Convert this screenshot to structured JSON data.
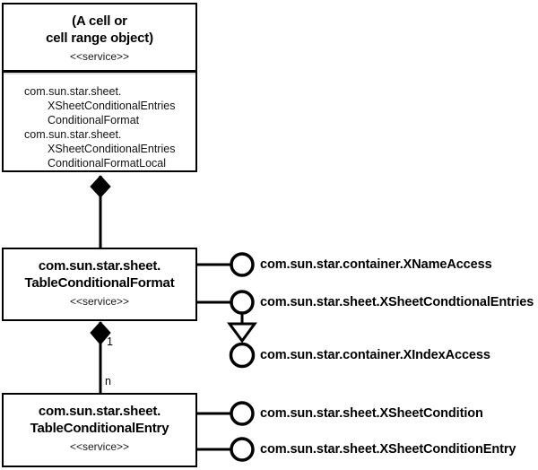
{
  "boxes": {
    "cell_object": {
      "title_lines": [
        "(A cell or",
        "cell range object)"
      ],
      "stereotype": "<<service>>",
      "properties": [
        "com.sun.star.sheet.",
        "XSheetConditionalEntries",
        "ConditionalFormat",
        "com.sun.star.sheet.",
        "XSheetConditionalEntries",
        "ConditionalFormatLocal"
      ]
    },
    "table_conditional_format": {
      "title_lines": [
        "com.sun.star.sheet.",
        "TableConditionalFormat"
      ],
      "stereotype": "<<service>>"
    },
    "table_conditional_entry": {
      "title_lines": [
        "com.sun.star.sheet.",
        "TableConditionalEntry"
      ],
      "stereotype": "<<service>>"
    }
  },
  "interfaces": [
    "com.sun.star.container.XNameAccess",
    "com.sun.star.sheet.XSheetCondtionalEntries",
    "com.sun.star.container.XIndexAccess",
    "com.sun.star.sheet.XSheetCondition",
    "com.sun.star.sheet.XSheetConditionEntry"
  ],
  "multiplicity": {
    "parent": "1",
    "child": "n"
  },
  "colors": {
    "line": "#000000",
    "background": "#ffffff",
    "divider_shadow": "#dddddd"
  }
}
